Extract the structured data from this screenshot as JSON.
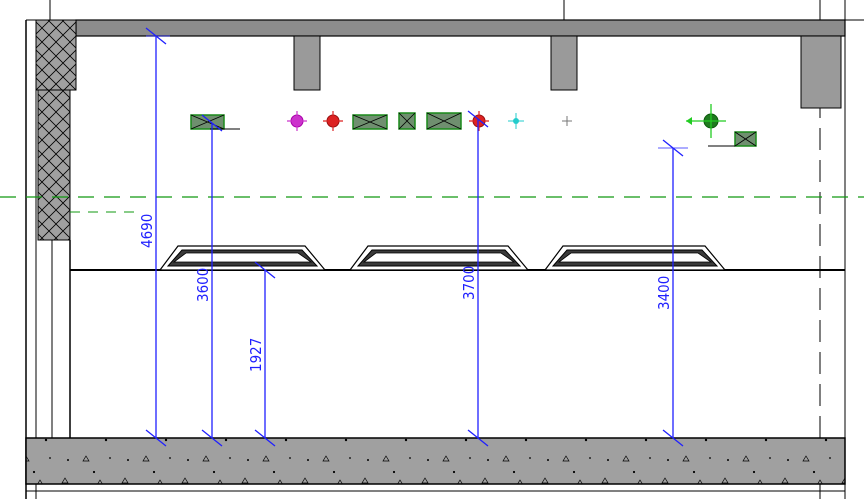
{
  "colors": {
    "background": "#ffffff",
    "outline": "#000000",
    "concrete": "#a0a0a0",
    "wall_hatch": "#a0a0a0",
    "dimension": "#2020ff",
    "grid_line": "#119911",
    "device_green": "#2f8f2f",
    "device_magenta": "#cc33cc",
    "device_red": "#dd2222",
    "device_cyan": "#22cccc",
    "fill_grey": "#7a7a7a"
  },
  "dimensions": [
    {
      "id": "dim-4690",
      "label": "4690"
    },
    {
      "id": "dim-3600",
      "label": "3600"
    },
    {
      "id": "dim-1927",
      "label": "1927"
    },
    {
      "id": "dim-3700",
      "label": "3700"
    },
    {
      "id": "dim-3400",
      "label": "3400"
    }
  ],
  "symbols": [
    {
      "id": "junction-box-1",
      "icon": "junction-box-icon"
    },
    {
      "id": "device-magenta",
      "icon": "magenta-crosshair-icon"
    },
    {
      "id": "device-red",
      "icon": "red-crosshair-icon"
    },
    {
      "id": "junction-box-2",
      "icon": "junction-box-icon"
    },
    {
      "id": "junction-box-3",
      "icon": "junction-box-icon"
    },
    {
      "id": "junction-box-4",
      "icon": "junction-box-icon"
    },
    {
      "id": "device-red-2",
      "icon": "red-crosshair-icon"
    },
    {
      "id": "device-cyan",
      "icon": "cyan-crosshair-icon"
    },
    {
      "id": "device-small",
      "icon": "small-crosshair-icon"
    },
    {
      "id": "device-green",
      "icon": "green-crosshair-icon"
    },
    {
      "id": "junction-box-5",
      "icon": "junction-box-icon"
    }
  ]
}
